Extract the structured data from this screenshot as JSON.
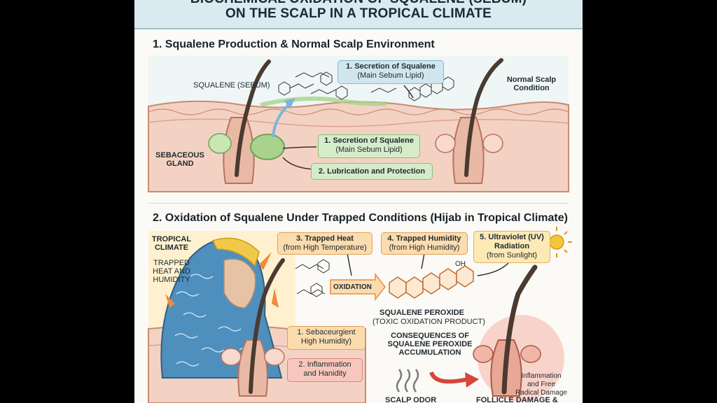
{
  "title": {
    "line1": "BIOCHEMICAL OXIDATION OF SQUALENE (SEBUM)",
    "line2": "ON THE SCALP IN A TROPICAL CLIMATE"
  },
  "section1": {
    "heading": "1. Squalene Production & Normal Scalp Environment",
    "label_squalene": "SQUALENE (SEBUM)",
    "label_sebaceous": "SEBACEOUS GLAND",
    "label_normal": "Normal Scalp Condition",
    "box_top": {
      "title": "1. Secretion of Squalene",
      "sub": "(Main Sebum Lipid)"
    },
    "box_mid": {
      "title": "1. Secretion of Squalene",
      "sub": "(Main Sebum Lipid)"
    },
    "box_low": {
      "title": "2. Lubrication and Protection"
    }
  },
  "section2": {
    "heading": "2. Oxidation of Squalene Under Trapped Conditions (Hijab in Tropical Climate)",
    "label_tropical": "TROPICAL CLIMATE",
    "label_trapped": "TRAPPED HEAT AND HUMIDITY",
    "box_heat": {
      "title": "3. Trapped Heat",
      "sub": "(from High Temperature)"
    },
    "box_humidity": {
      "title": "4. Trapped Humidity",
      "sub": "(from High Humidity)"
    },
    "box_uv": {
      "title": "5. Ultraviolet (UV) Radiation",
      "sub": "(from Sunlight)"
    },
    "oxidation_label": "OXIDATION",
    "oh_label": "OH",
    "peroxide_title": "SQUALENE PEROXIDE",
    "peroxide_sub": "(TOXIC OXIDATION PRODUCT)",
    "consequences": "CONSEQUENCES OF SQUALENE PEROXIDE ACCUMULATION",
    "box_seb": {
      "title": "1. Sebaceurgient",
      "sub": "High Humidity)"
    },
    "box_inflam": {
      "title": "2. Inflammation",
      "sub": "and Hanidity"
    },
    "label_inflam_damage": "Inflammation and Free Radical Damage",
    "label_odor": "SCALP ODOR",
    "label_follicle": "FOLLICLE DAMAGE &"
  },
  "colors": {
    "skin": "#f4d2c3",
    "skin_edge": "#c98a72",
    "hair": "#4a3a30",
    "sebum": "#a9d38d",
    "blue_box": "#cfe6ef",
    "green_box": "#d4ecc9",
    "orange_box": "#fbdcae",
    "red_box": "#f7c7bd",
    "hijab_blue": "#4f8fbe",
    "hijab_yellow": "#f1c94a",
    "arrow_orange": "#ef8a3c",
    "arrow_red": "#d7463a"
  },
  "icons": [
    "sun-icon",
    "odor-wave-icon",
    "hijab-figure-icon",
    "hair-follicle-icon",
    "molecule-icon"
  ]
}
